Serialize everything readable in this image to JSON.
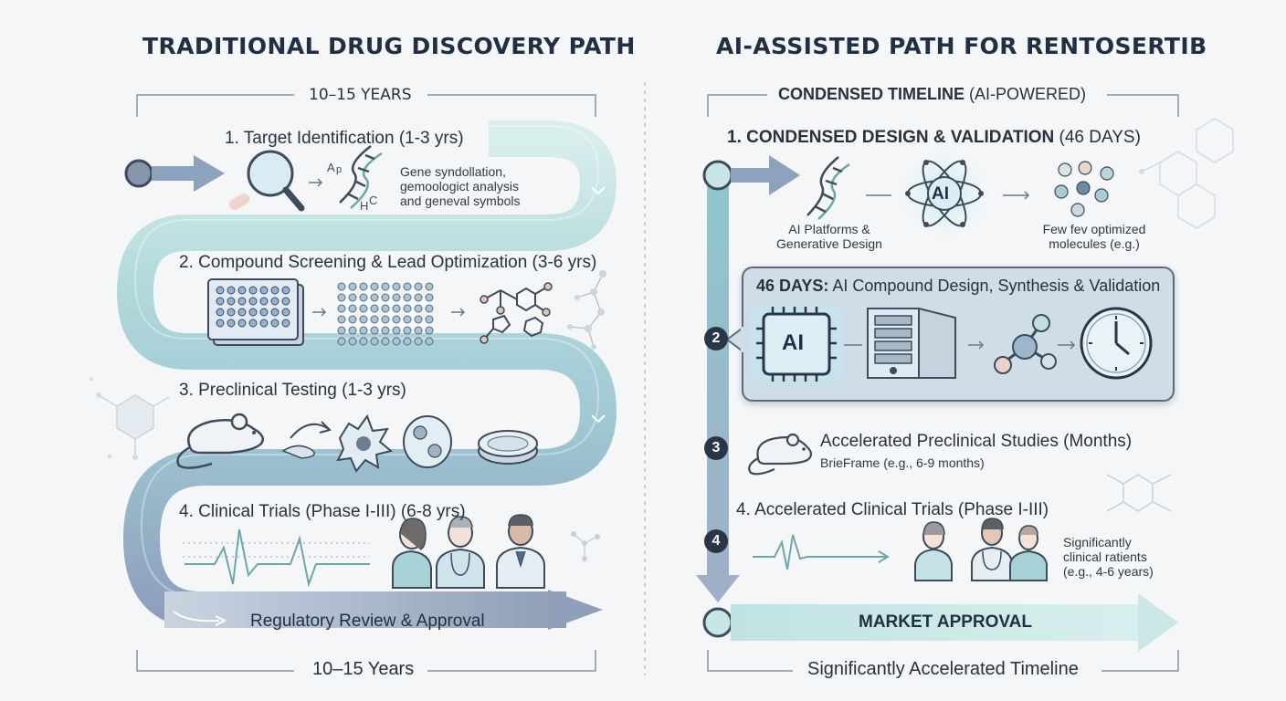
{
  "left": {
    "title": "TRADITIONAL DRUG DISCOVERY PATH",
    "header_range": "10–15 YEARS",
    "steps": [
      {
        "label": "1. Target Identification (1-3 yrs)",
        "note": [
          "Gene syndollation,",
          "gemoologict analysis",
          "and geneval symbols"
        ]
      },
      {
        "label": "2. Compound Screening & Lead Optimization (3-6 yrs)"
      },
      {
        "label": "3. Preclinical Testing (1-3 yrs)"
      },
      {
        "label": "4. Clinical Trials (Phase I-III) (6-8 yrs)"
      }
    ],
    "dna_letters": [
      "A",
      "p",
      "H",
      "C"
    ],
    "final_arrow": "Regulatory Review & Approval",
    "footer": "10–15 Years"
  },
  "right": {
    "title": "AI-ASSISTED PATH FOR RENTOSERTIB",
    "header_bold": "CONDENSED TIMELINE",
    "header_rest": " (AI-POWERED)",
    "step1": {
      "label": "1. CONDENSED DESIGN & VALIDATION",
      "suffix": " (46 DAYS)",
      "ai_badge": "AI",
      "dna_caption": [
        "AI Platforms &",
        "Generative Design"
      ],
      "mol_caption": [
        "Few fev optimized",
        "molecules (e.g.)"
      ]
    },
    "step2": {
      "number": "2",
      "label_bold": "46 DAYS:",
      "label_rest": " AI Compound Design, Synthesis & Validation",
      "chip_label": "AI"
    },
    "step3": {
      "number": "3",
      "label": "Accelerated Preclinical Studies (Months)",
      "sub": "BrieFrame (e.g., 6-9 months)"
    },
    "step4": {
      "number": "4",
      "label": "4. Accelerated Clinical Trials (Phase I-III)",
      "note": [
        "Significantly",
        "clinical ratients",
        "(e.g., 4-6 years)"
      ]
    },
    "final_arrow": "MARKET APPROVAL",
    "footer": "Significantly Accelerated Timeline"
  },
  "colors": {
    "teal_light": "#cfe8e8",
    "teal": "#9fcfd4",
    "slate_blue": "#8fa2bf",
    "navy_text": "#1f2f44",
    "icon_stroke": "#3d4b5c",
    "panel_fill": "#cfdde7"
  },
  "icons": [
    "magnifier-icon",
    "dna-icon",
    "well-plate-icon",
    "molecule-icon",
    "mouse-icon",
    "petri-dish-icon",
    "cell-icon",
    "heartbeat-icon",
    "doctor-icon",
    "ai-atom-icon",
    "ai-chip-icon",
    "server-icon",
    "clock-icon",
    "hexagon-decor-icon"
  ]
}
